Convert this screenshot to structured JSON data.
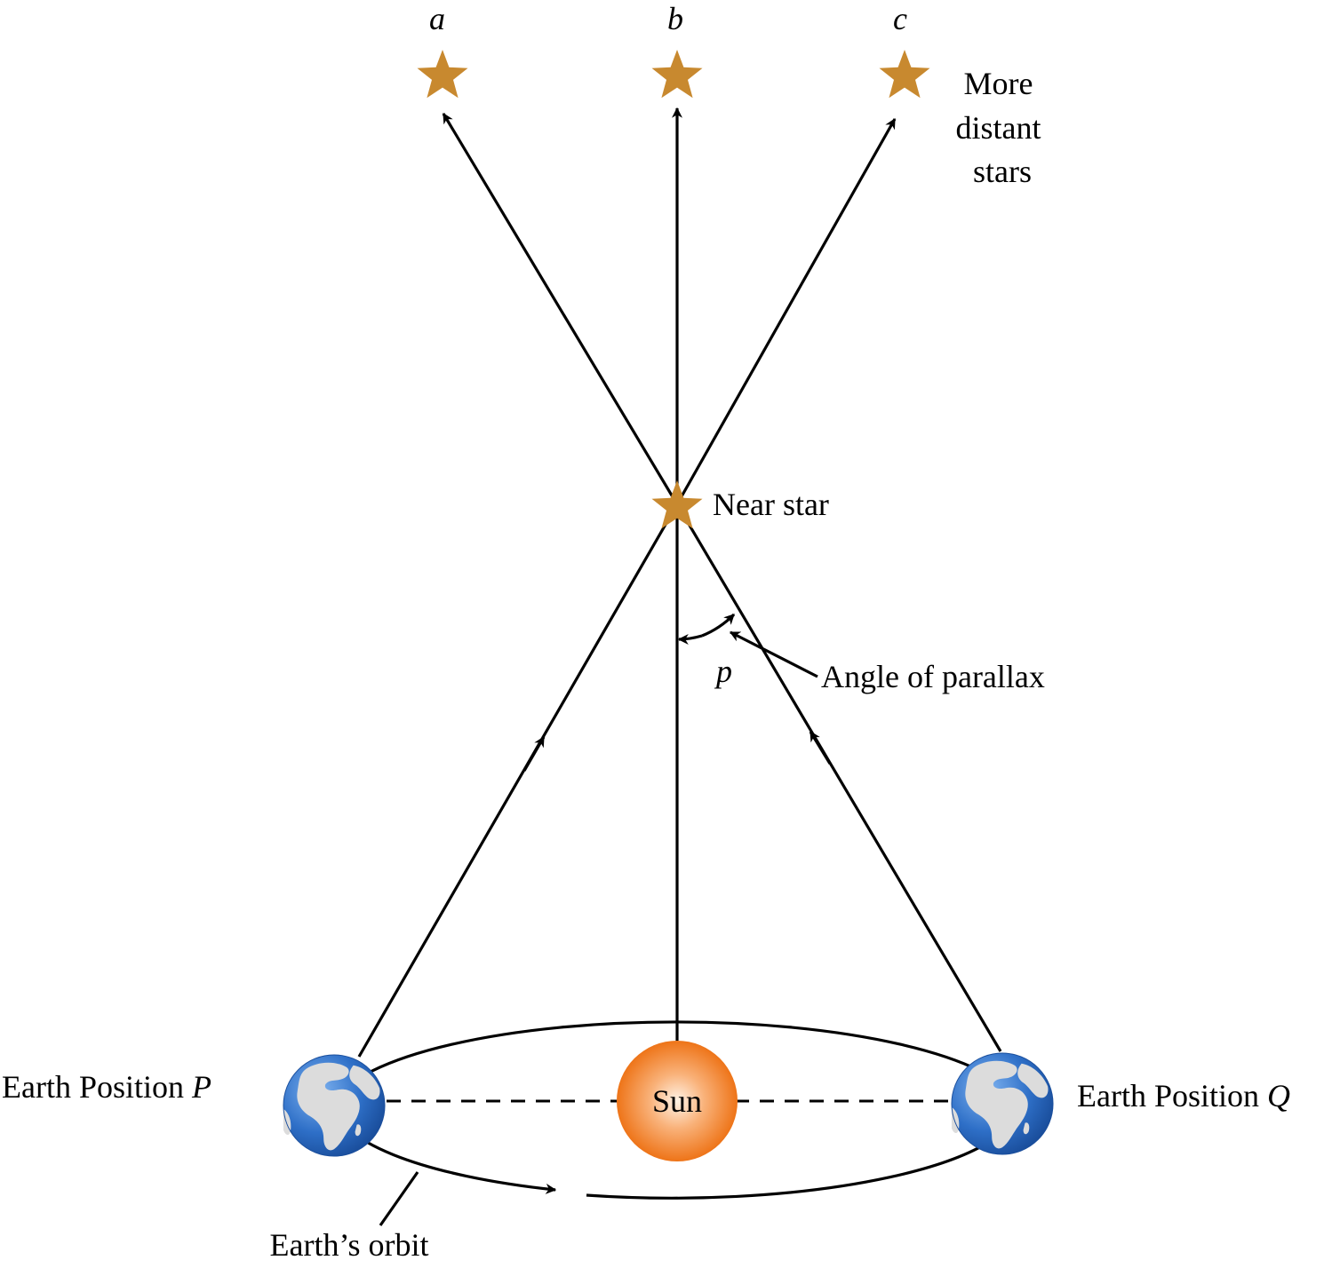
{
  "stars": {
    "a": {
      "label": "a"
    },
    "b": {
      "label": "b"
    },
    "c": {
      "label": "c"
    },
    "more_distant_lines": [
      "More",
      "distant",
      "stars"
    ],
    "near_star_label": "Near star",
    "color": "#C8892F"
  },
  "angle": {
    "symbol": "p",
    "caption": "Angle of parallax"
  },
  "bodies": {
    "sun_label": "Sun",
    "earth_p_text": "Earth Position ",
    "earth_p_var": "P",
    "earth_q_text": "Earth Position ",
    "earth_q_var": "Q",
    "orbit_label": "Earth’s orbit"
  },
  "colors": {
    "sun_center": "#FFF3E6",
    "sun_edge": "#F07A1E",
    "ocean": "#2E6FC7",
    "land": "#D9D9D9",
    "line": "#000000"
  },
  "icons": {
    "star": "five-point-star",
    "earth": "globe-icon",
    "sun": "sun-disc"
  }
}
